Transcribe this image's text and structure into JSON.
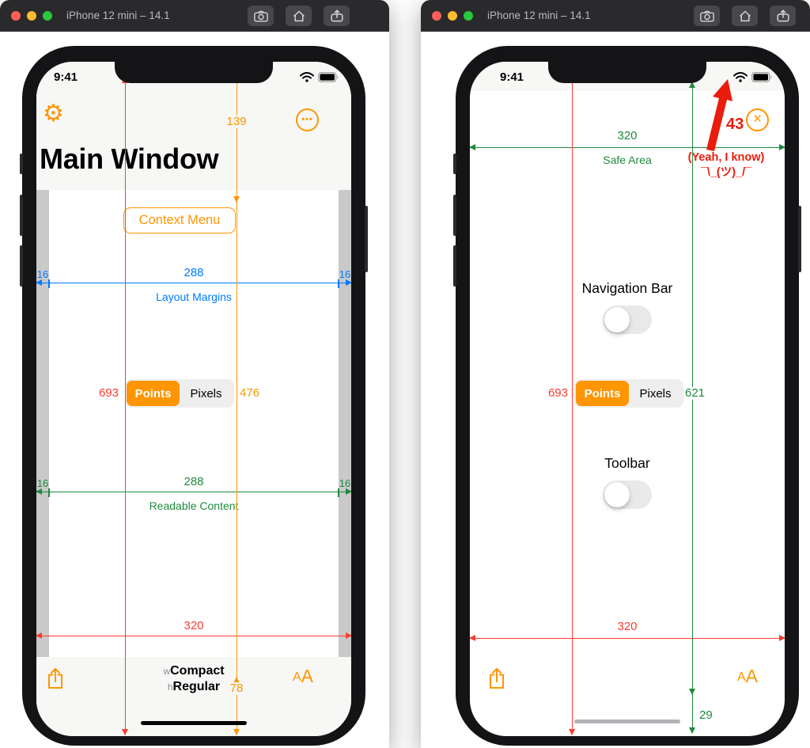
{
  "colors": {
    "accent": "#ff9500",
    "measure_red": "#ff3b30",
    "measure_blue": "#007aff",
    "measure_green": "#1f8a3d",
    "annotation_red": "#ea1c0c"
  },
  "icons": {
    "gear": "⚙",
    "more": "•••",
    "close": "×"
  },
  "macos": {
    "left_window_title": "iPhone 12 mini – 14.1",
    "right_window_title": "iPhone 12 mini – 14.1"
  },
  "left_phone": {
    "status_time": "9:41",
    "main_title": "Main Window",
    "context_menu_button": "Context Menu",
    "layout_margins": {
      "left_value": "16",
      "center_value": "288",
      "right_value": "16",
      "label": "Layout Margins"
    },
    "readable_content": {
      "left_value": "16",
      "center_value": "288",
      "right_value": "16",
      "label": "Readable Content"
    },
    "segmented": {
      "points": "Points",
      "pixels": "Pixels"
    },
    "height_points": "693",
    "content_height": "476",
    "top_bar_height": "139",
    "bottom_bar_height": "78",
    "width_points": "320",
    "size_class": {
      "w_prefix": "w",
      "w_value": "Compact",
      "h_prefix": "h",
      "h_value": "Regular"
    },
    "text_size_small": "A",
    "text_size_large": "A"
  },
  "right_phone": {
    "status_time": "9:41",
    "notch_callout": {
      "value": "43",
      "note": "(Yeah, I know)",
      "shrug": "¯\\_(ツ)_/¯"
    },
    "safe_area": {
      "width": "320",
      "label": "Safe Area"
    },
    "navigation_bar_label": "Navigation Bar",
    "toolbar_label": "Toolbar",
    "segmented": {
      "points": "Points",
      "pixels": "Pixels"
    },
    "height_points": "693",
    "safe_height": "621",
    "width_points": "320",
    "bottom_inset": "29",
    "text_size_small": "A",
    "text_size_large": "A"
  }
}
